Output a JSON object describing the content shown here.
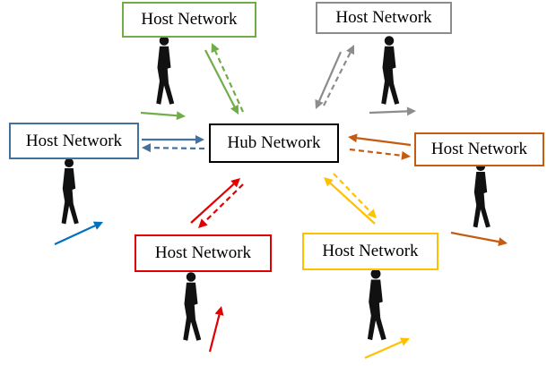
{
  "hub": {
    "label": "Hub Network",
    "color": "#000000"
  },
  "hosts": [
    {
      "id": "top-left",
      "label": "Host Network",
      "color": "#70ad47"
    },
    {
      "id": "top-right",
      "label": "Host Network",
      "color": "#8c8c8c"
    },
    {
      "id": "left",
      "label": "Host Network",
      "color": "#41719c"
    },
    {
      "id": "right",
      "label": "Host Network",
      "color": "#c55a11"
    },
    {
      "id": "bottom-left",
      "label": "Host Network",
      "color": "#e00000"
    },
    {
      "id": "bottom-right",
      "label": "Host Network",
      "color": "#ffc000"
    }
  ],
  "movement_arrow_colors": [
    "#70ad47",
    "#8c8c8c",
    "#0070c0",
    "#c55a11",
    "#e00000",
    "#ffc000"
  ],
  "icons": [
    "walking-person-icon"
  ]
}
